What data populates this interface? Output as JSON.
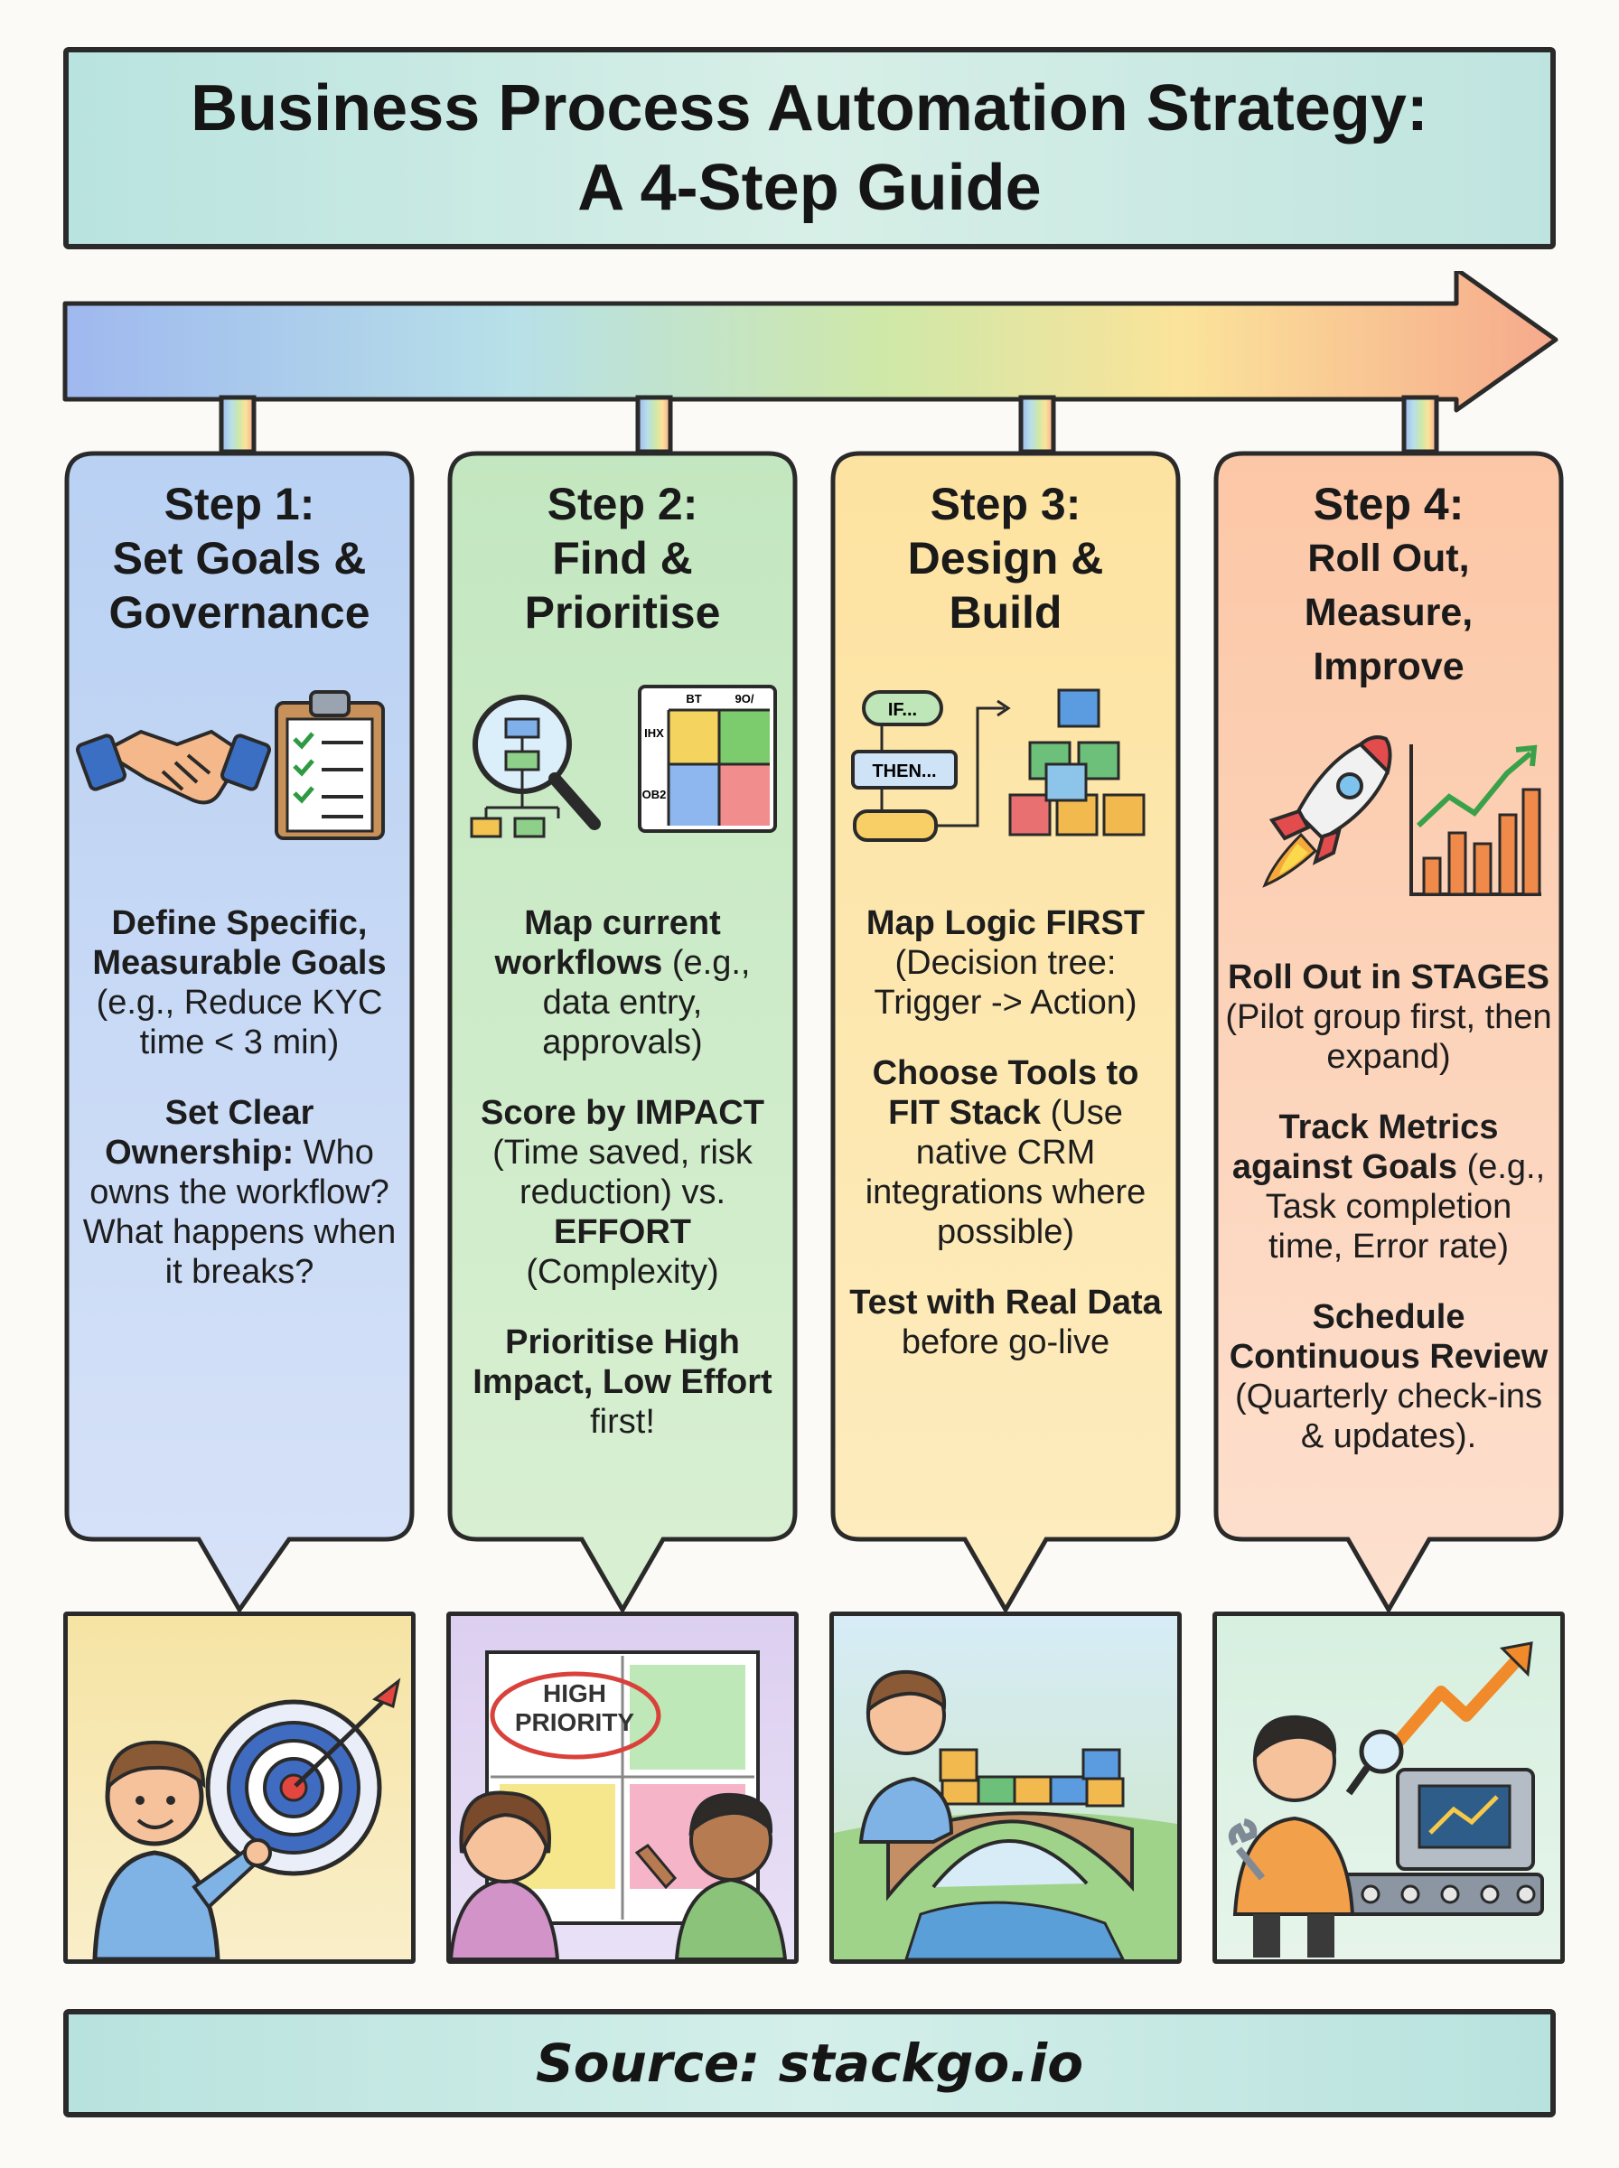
{
  "title": {
    "line1": "Business Process Automation Strategy:",
    "line2": "A 4-Step Guide"
  },
  "colors": {
    "step1": "#c5d8f5",
    "step2": "#cfeccc",
    "step3": "#fde4a6",
    "step4": "#fcd2b8"
  },
  "steps": [
    {
      "label": "Step 1:",
      "title_line1": "Set Goals &",
      "title_line2": "Governance",
      "icons": [
        "handshake-icon",
        "clipboard-checklist-icon"
      ],
      "p1_bold": "Define Specific, Measurable Goals",
      "p1_rest": "(e.g., Reduce KYC time < 3 min)",
      "p2_bold": "Set Clear Ownership:",
      "p2_rest": "Who owns the workflow? What happens when it breaks?"
    },
    {
      "label": "Step 2:",
      "title_line1": "Find &",
      "title_line2": "Prioritise",
      "icons": [
        "magnifier-flowchart-icon",
        "priority-matrix-icon"
      ],
      "matrix_labels": [
        "BT",
        "9O/",
        "IHX",
        "OB2"
      ],
      "p1_bold": "Map current workflows",
      "p1_rest": "(e.g., data entry, approvals)",
      "p2_bold1": "Score by IMPACT",
      "p2_mid": "(Time saved, risk reduction) vs.",
      "p2_bold2": "EFFORT",
      "p2_rest": "(Complexity)",
      "p3_bold": "Prioritise High Impact, Low Effort",
      "p3_rest": "first!",
      "scene_label": "HIGH PRIORITY"
    },
    {
      "label": "Step 3:",
      "title_line1": "Design &",
      "title_line2": "Build",
      "icons": [
        "if-then-flow-icon",
        "blocks-stack-icon"
      ],
      "flow_if": "IF...",
      "flow_then": "THEN...",
      "p1_bold": "Map Logic FIRST",
      "p1_rest": "(Decision tree: Trigger -> Action)",
      "p2_bold": "Choose Tools to FIT Stack",
      "p2_rest": "(Use native CRM integrations where possible)",
      "p3_bold": "Test with Real Data",
      "p3_rest": "before go-live"
    },
    {
      "label": "Step 4:",
      "title_line1": "Roll Out, Measure,",
      "title_line2": "Improve",
      "icons": [
        "rocket-icon",
        "growth-chart-icon"
      ],
      "p1_bold": "Roll Out in STAGES",
      "p1_rest": "(Pilot group first, then expand)",
      "p2_bold": "Track Metrics against Goals",
      "p2_rest": "(e.g., Task completion time, Error rate)",
      "p3_bold": "Schedule Continuous Review",
      "p3_rest": "(Quarterly check-ins & updates)."
    }
  ],
  "footer": "Source: stackgo.io"
}
